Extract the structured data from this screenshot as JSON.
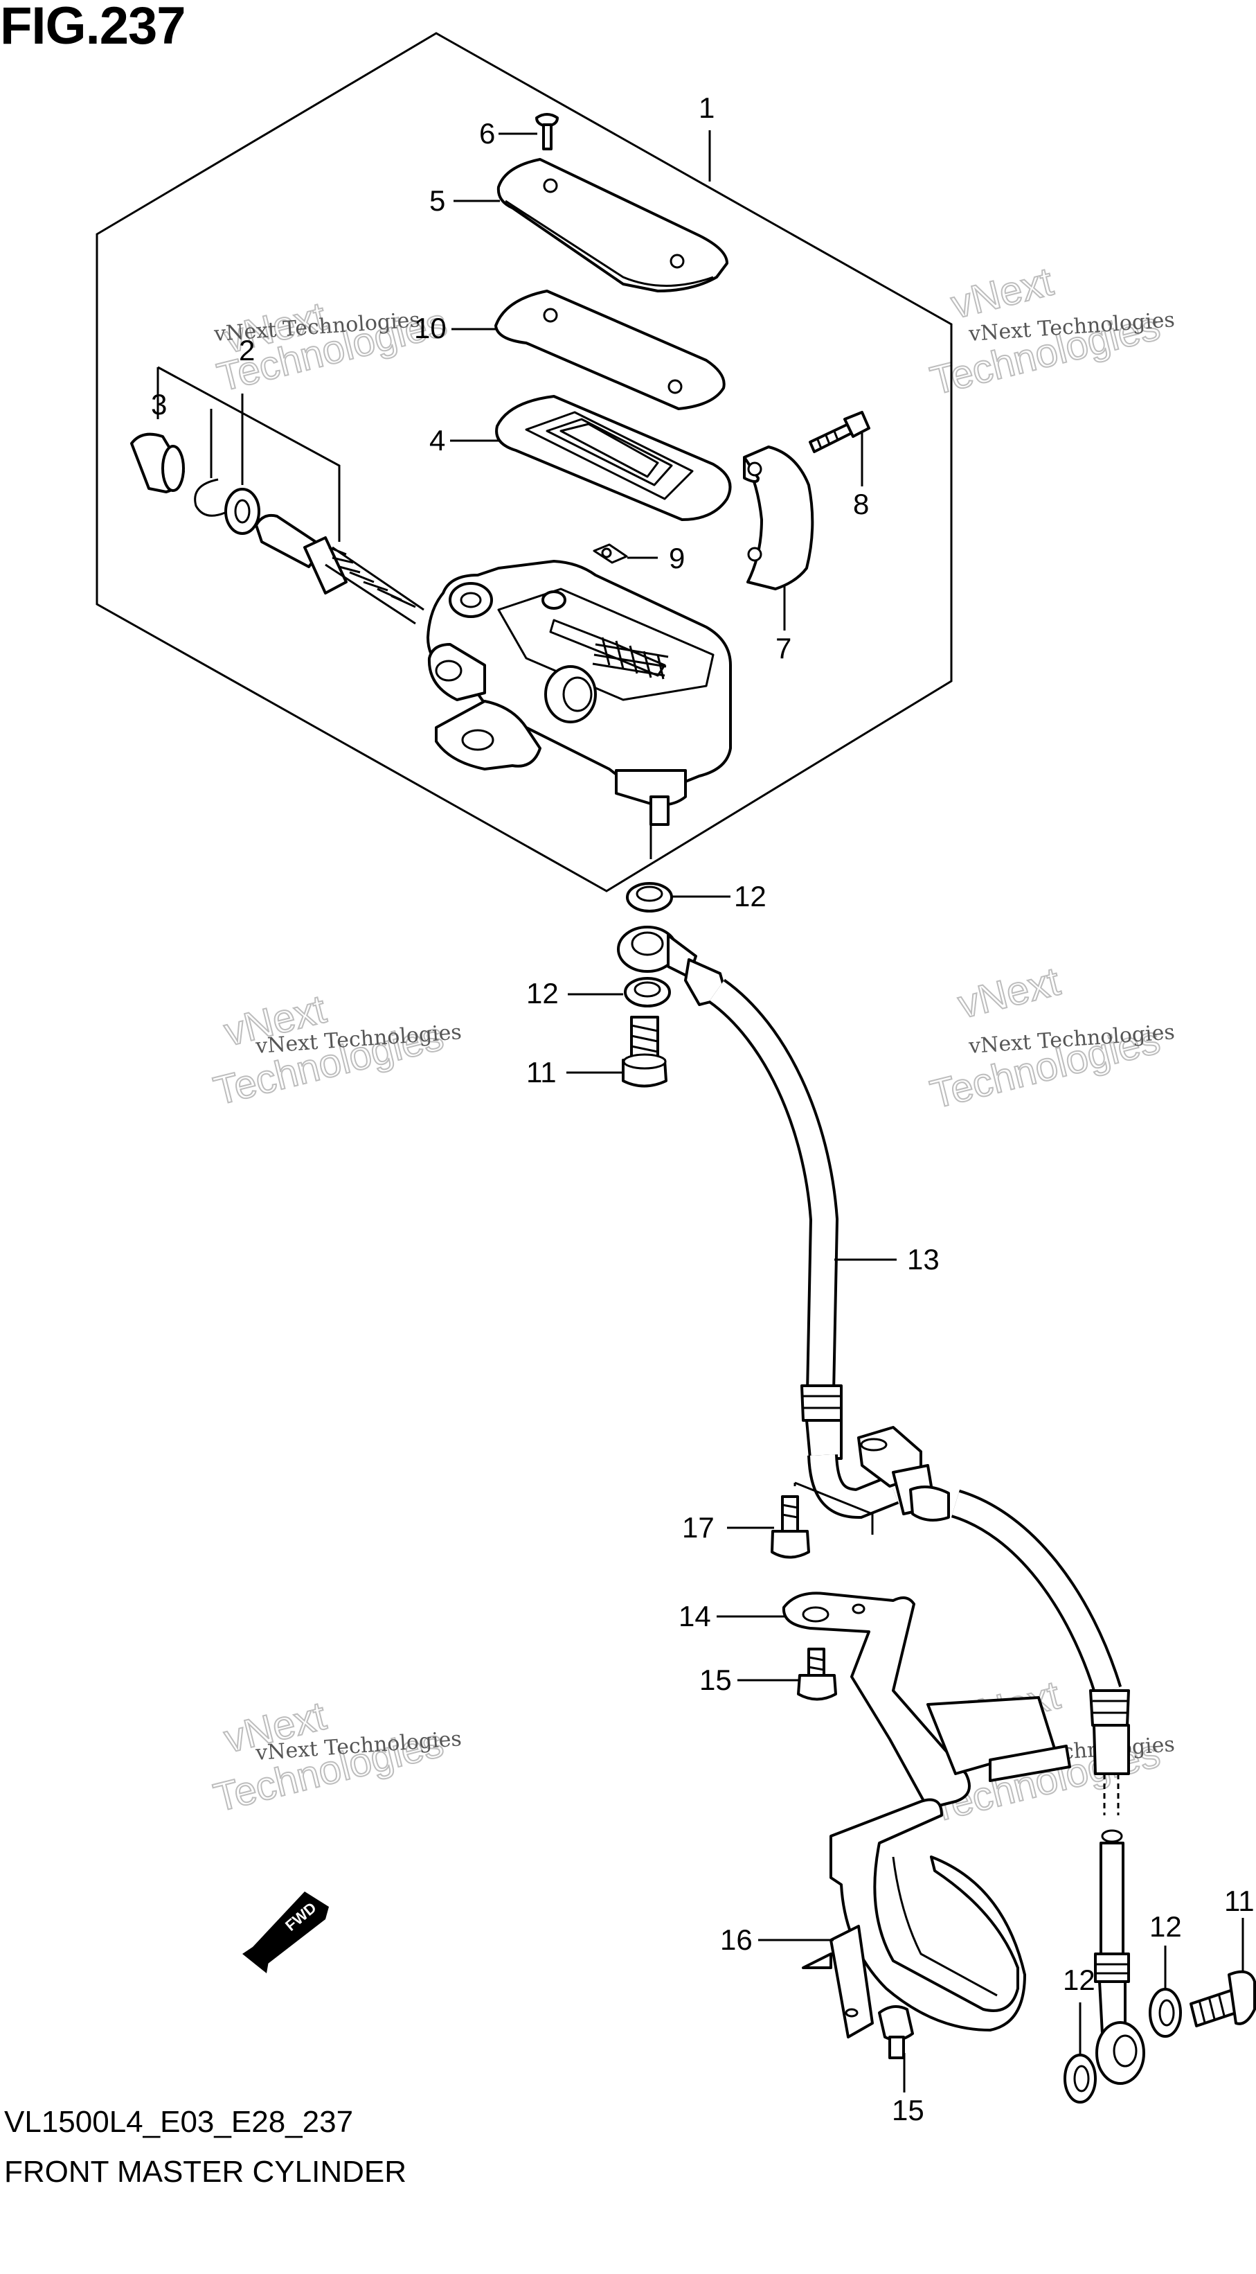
{
  "figure": {
    "title": "FIG.237",
    "code": "VL1500L4_E03_E28_237",
    "name": "FRONT MASTER CYLINDER"
  },
  "callouts": [
    "1",
    "2",
    "3",
    "4",
    "5",
    "6",
    "7",
    "8",
    "9",
    "10",
    "11",
    "12",
    "13",
    "14",
    "15",
    "16",
    "17"
  ],
  "watermark": {
    "line1": "vNext Technologies",
    "line2": "vNext",
    "line3": "Technologies"
  },
  "fwd_label": "FWD",
  "colors": {
    "ink": "#000000",
    "background": "#ffffff",
    "watermark": "#bdbdbd"
  }
}
